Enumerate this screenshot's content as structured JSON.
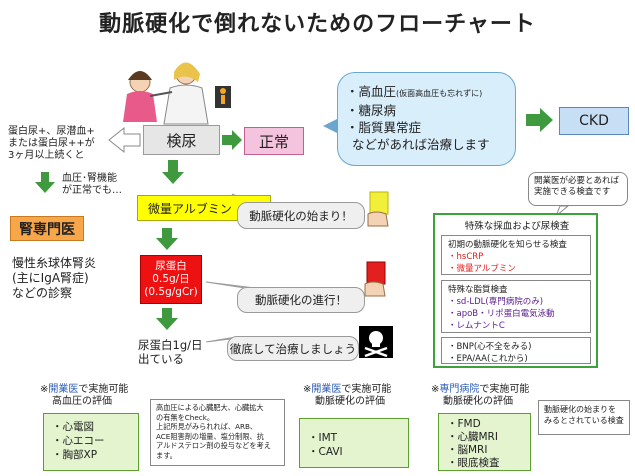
{
  "title": "動脈硬化で倒れないためのフローチャート",
  "flow": {
    "kennyo": "検尿",
    "seijo": "正常",
    "ckd": "CKD",
    "microalb": "微量アルブミン",
    "protein_line1": "尿蛋白",
    "protein_line2": "0.5g/日",
    "protein_line3": "(0.5g/gCr)",
    "severe_line1": "尿蛋白1g/日",
    "severe_line2": "出ている"
  },
  "bubble": {
    "line1": "・高血圧",
    "line1_small": "(仮面高血圧も忘れずに)",
    "line2": "・糖尿病",
    "line3": "・脂質異常症",
    "line4": "などがあれば治療します"
  },
  "left": {
    "line1": "蛋白尿+、尿潜血+",
    "line2": "または蛋白尿++が",
    "line3": "3ヶ月以上続くと",
    "func_line1": "血圧･腎機能",
    "func_line2": "が正常でも…",
    "specialist": "腎専門医",
    "diag_line1": "慢性糸球体腎炎",
    "diag_line2": "(主にIgA腎症)",
    "diag_line3": "などの診察"
  },
  "callouts": {
    "start": "動脈硬化の始まり！",
    "progress": "動脈硬化の進行！",
    "treat": "徹底して治療しましょう"
  },
  "right_note": {
    "line1": "開業医が必要とあれば",
    "line2": "実施できる検査です"
  },
  "tests": {
    "title": "特殊な採血および尿検査",
    "g1_title": "初期の動脈硬化を知らせる検査",
    "g1_items": [
      "・hsCRP",
      "・微量アルブミン"
    ],
    "g2_title": "特殊な脂質検査",
    "g2_items": [
      "・sd-LDL(専門病院のみ)",
      "・apoB・リポ蛋白電気泳動",
      "・レムナントC"
    ],
    "g3_items": [
      "・BNP(心不全をみる)",
      "・EPA/AA(これから)"
    ]
  },
  "bottom": {
    "s1_hdr1_a": "※",
    "s1_hdr1_b": "開業医",
    "s1_hdr1_c": "で実施可能",
    "s1_hdr2": "高血圧の評価",
    "s1_items": [
      "・心電図",
      "・心エコー",
      "・胸部XP"
    ],
    "s1_note": [
      "高血圧による心臓肥大、心臓拡大",
      "の有無をCheck。",
      "上記所見がみられれば、ARB、",
      "ACE阻害剤の増量、塩分制限、抗",
      "アルドステロン剤の投与などを考え",
      "ます。"
    ],
    "s2_hdr1_a": "※",
    "s2_hdr1_b": "開業医",
    "s2_hdr1_c": "で実施可能",
    "s2_hdr2": "動脈硬化の評価",
    "s2_items": [
      "・IMT",
      "・CAVI"
    ],
    "s3_hdr1_a": "※",
    "s3_hdr1_b": "専門病院",
    "s3_hdr1_c": "で実施可能",
    "s3_hdr2": "動脈硬化の評価",
    "s3_items": [
      "・FMD",
      "・心臓MRI",
      "・脳MRI",
      "・眼底検査"
    ],
    "s3_note": [
      "動脈硬化の始まりを",
      "みるとされている検査"
    ]
  },
  "colors": {
    "arrow_green": "#3f9a3f",
    "microalb": "#ffff00",
    "protein": "#ee1111",
    "specialist": "#f7a64a",
    "seijo": "#f4c3dd",
    "ckd": "#c7dff5"
  }
}
